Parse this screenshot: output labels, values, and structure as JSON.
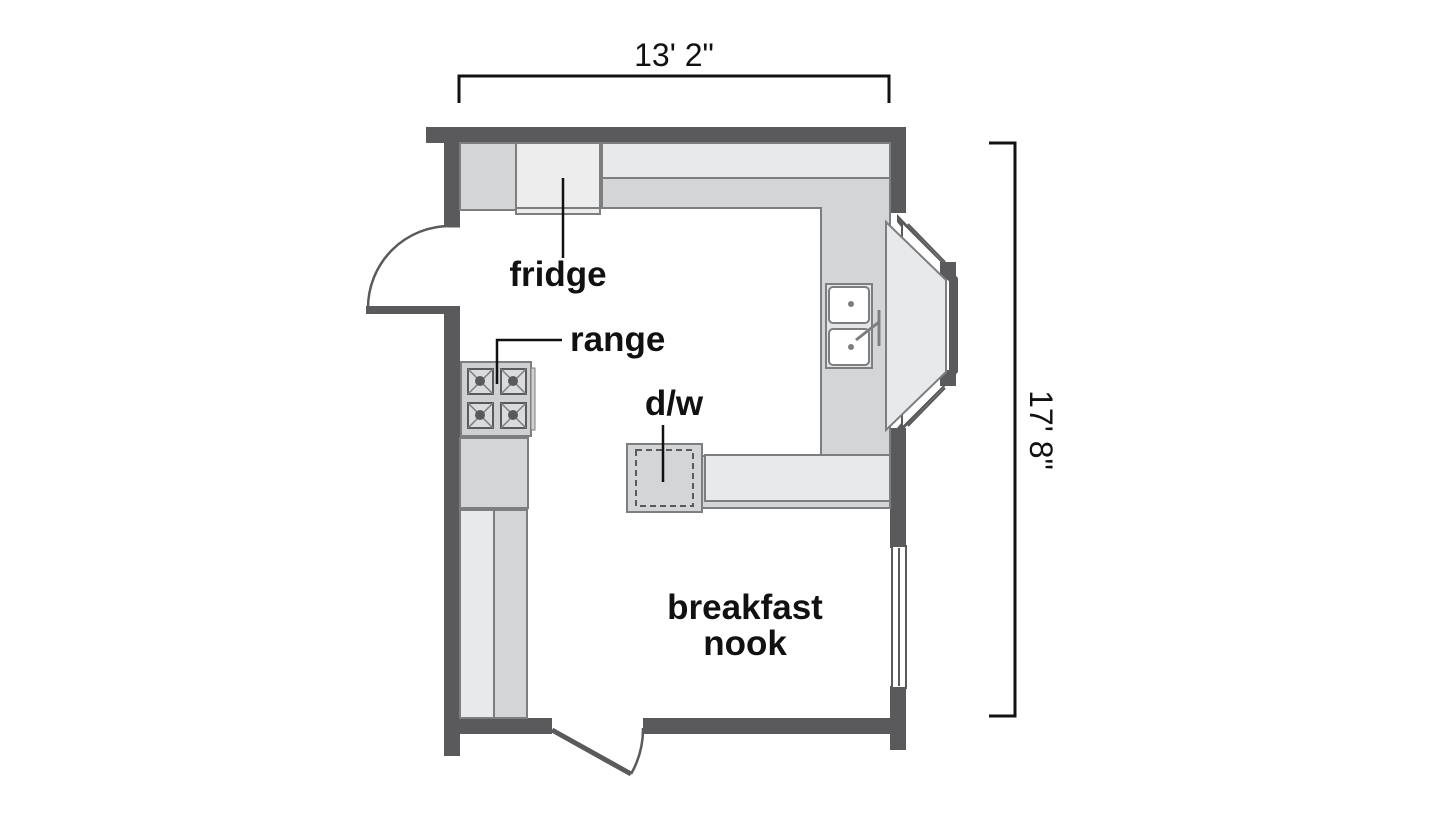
{
  "dimensions": {
    "width_label": "13' 2\"",
    "length_label": "17' 8\""
  },
  "labels": {
    "fridge": "fridge",
    "range": "range",
    "dishwasher": "d/w",
    "nook_line1": "breakfast",
    "nook_line2": "nook"
  },
  "colors": {
    "wall": "#5a5a5c",
    "counter": "#d4d5d7",
    "counter_light": "#e8e9ea",
    "appliance": "#ededed",
    "text": "#111111"
  }
}
